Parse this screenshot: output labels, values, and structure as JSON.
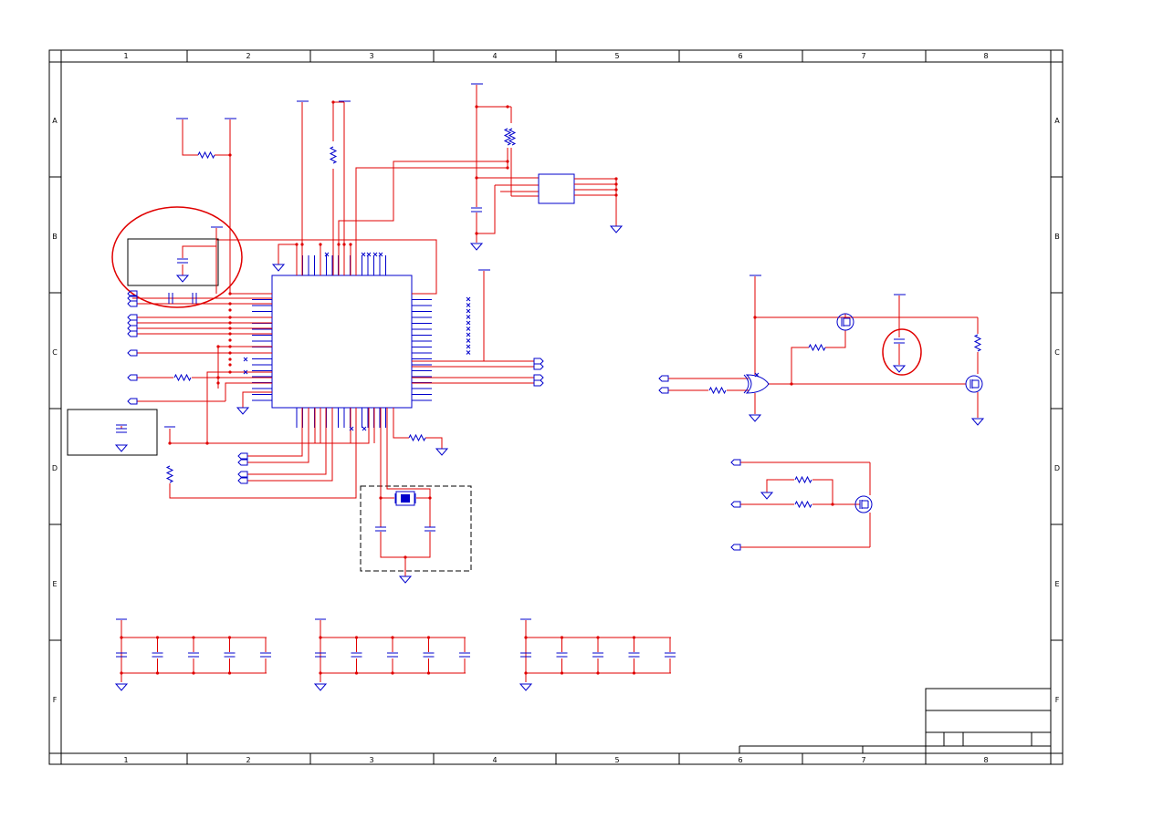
{
  "frame": {
    "columns": [
      "1",
      "2",
      "3",
      "4",
      "5",
      "6",
      "7",
      "8"
    ],
    "rows": [
      "A",
      "B",
      "C",
      "D",
      "E",
      "F"
    ]
  },
  "colors": {
    "wire": "#e00000",
    "component": "#0000cc",
    "frame": "#000000",
    "highlight": "#e00000"
  },
  "components": {
    "main_ic": "ic-qfp",
    "small_ic": "ic-soic",
    "crystal": "crystal",
    "gate": "xor-gate",
    "mosfets": [
      "mosfet",
      "mosfet",
      "mosfet"
    ],
    "decoupling_banks": 3,
    "capacitors_per_bank": 5
  },
  "highlights": [
    "circle-around-bypass-caps",
    "circle-around-capacitor"
  ],
  "title_block": {
    "rows": 3
  }
}
